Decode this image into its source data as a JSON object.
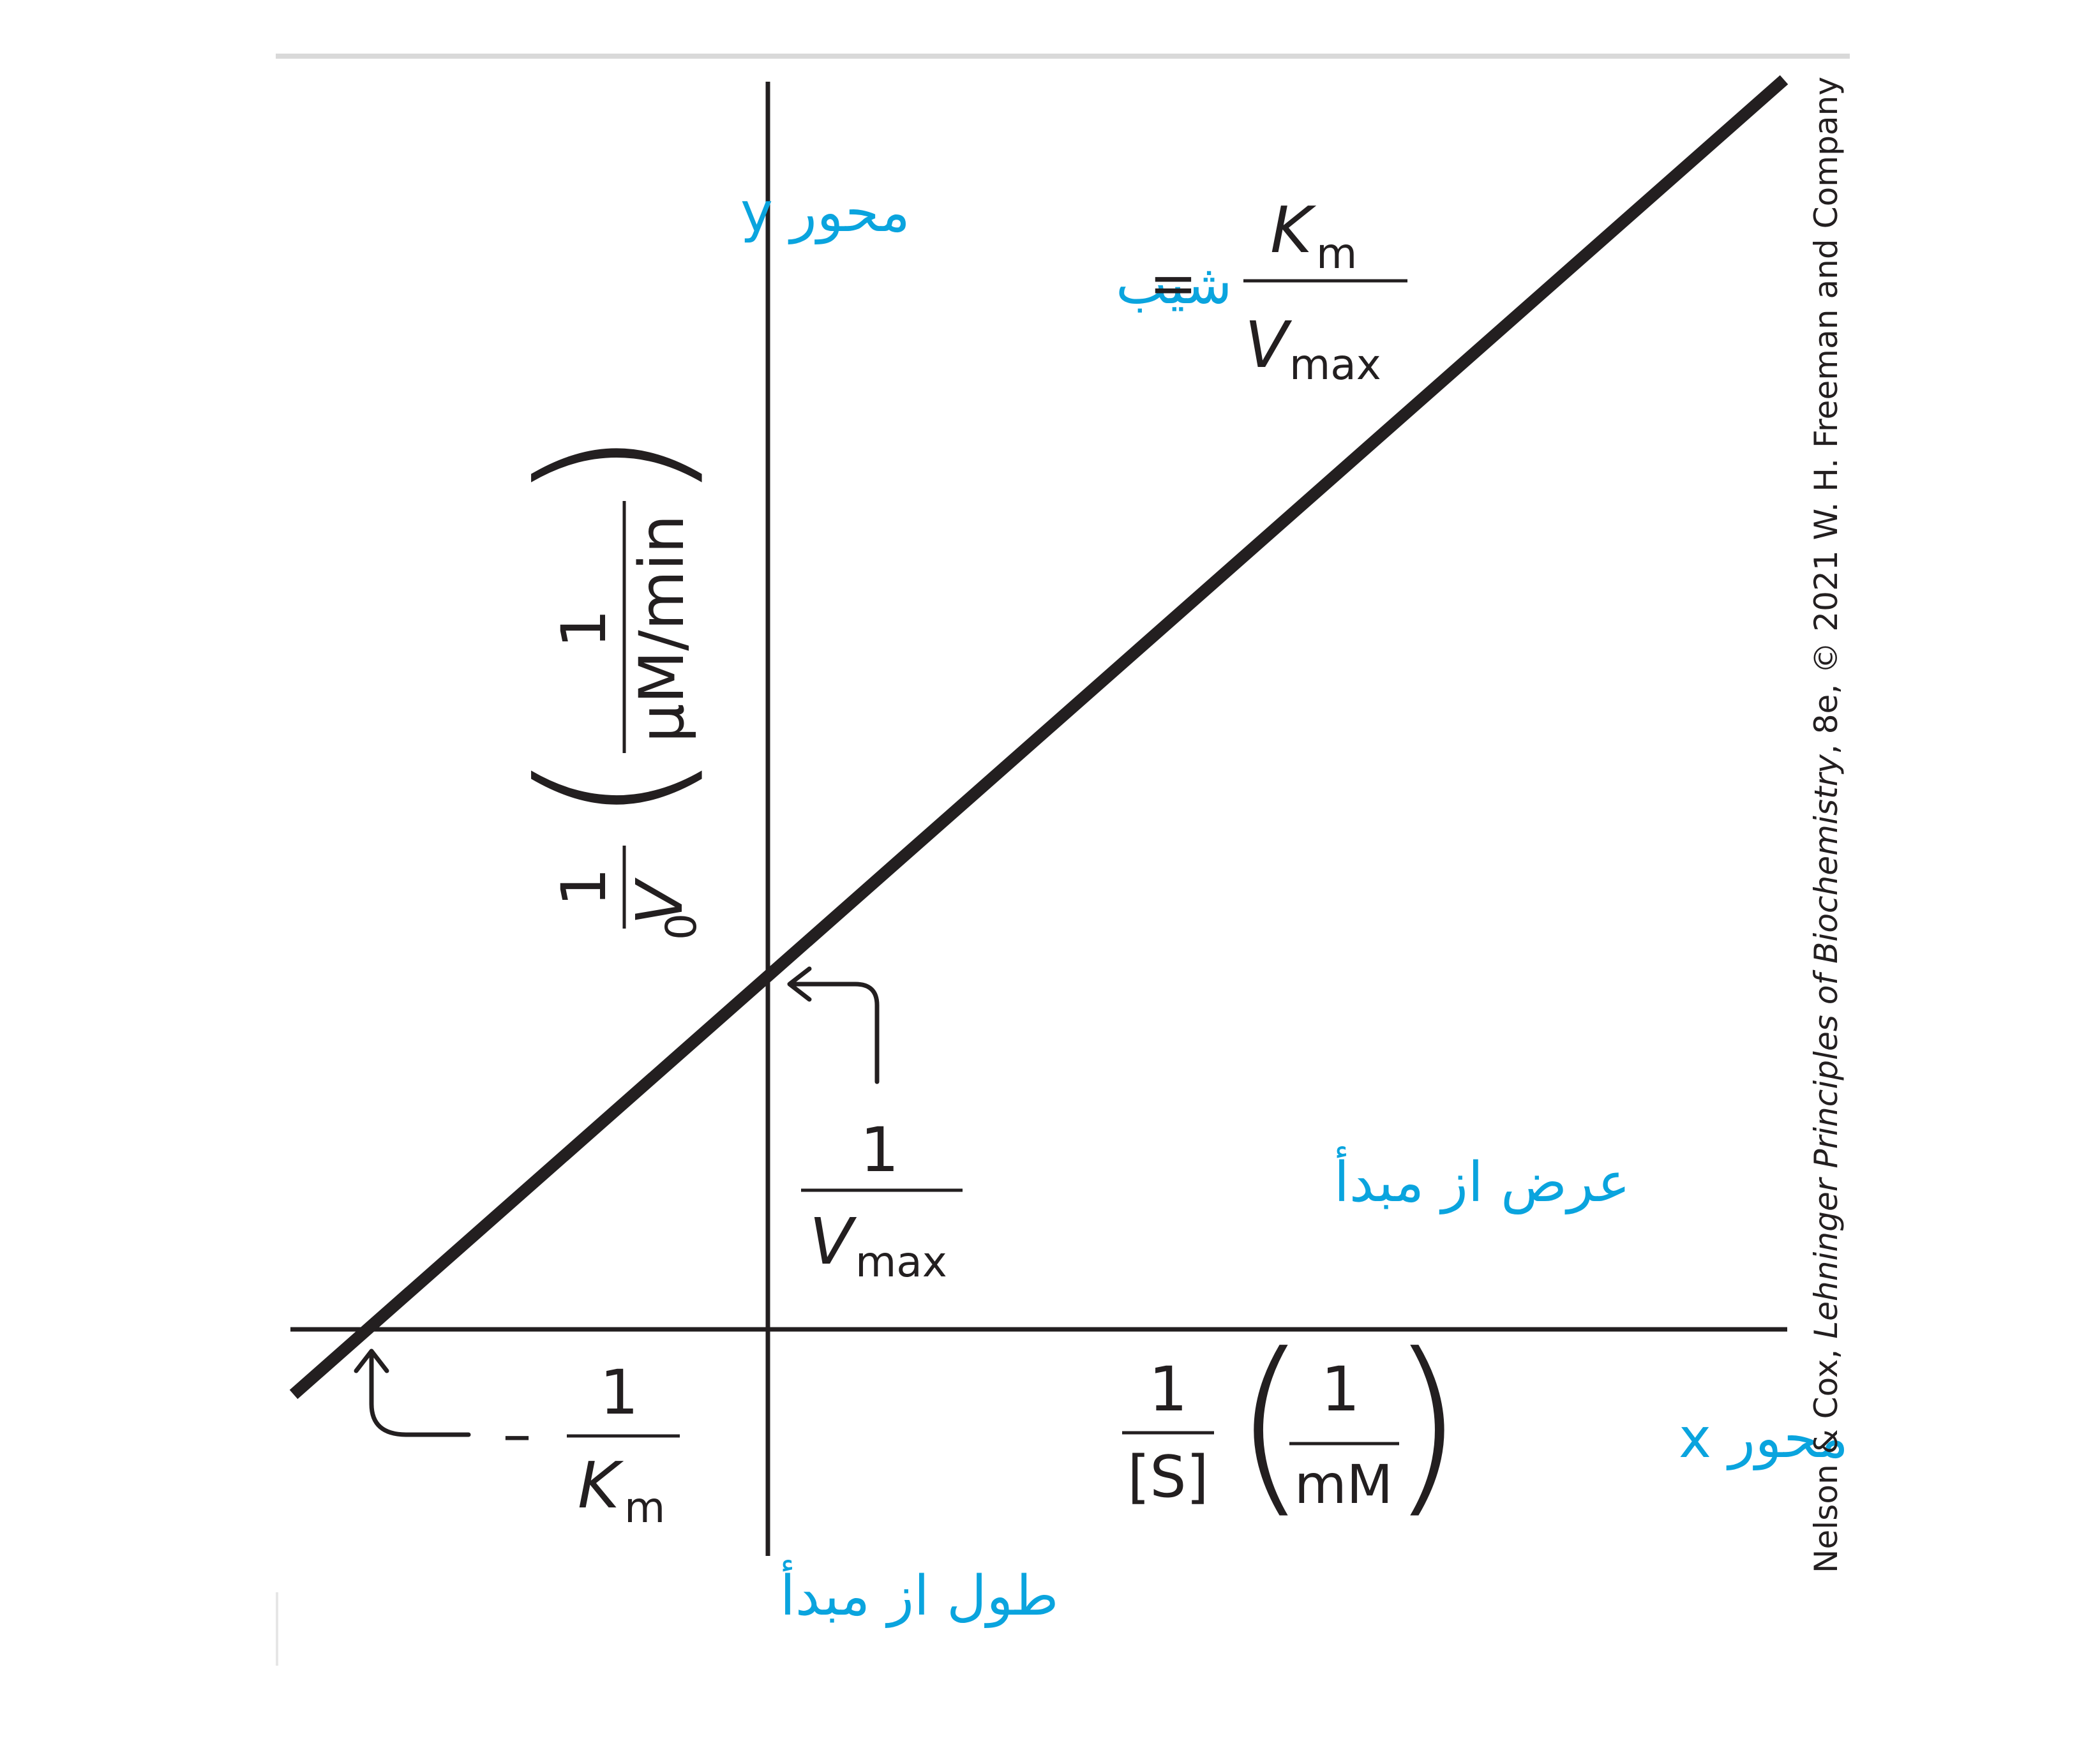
{
  "colors": {
    "ink": "#231f20",
    "annotation": "#0aa4de",
    "frame": "#d9d9d9"
  },
  "annotations_fa": {
    "y_axis": "محور y",
    "x_axis": "محور x",
    "slope": "شیب",
    "y_intercept": "عرض از مبدأ",
    "x_intercept": "طول از مبدأ"
  },
  "slope_formula": {
    "equals": "=",
    "numerator_main": "K",
    "numerator_sub": "m",
    "denominator_main": "V",
    "denominator_sub": "max"
  },
  "y_intercept_label": {
    "numerator": "1",
    "denominator_main": "V",
    "denominator_sub": "max"
  },
  "x_intercept_label": {
    "sign": "–",
    "numerator": "1",
    "denominator_main": "K",
    "denominator_sub": "m"
  },
  "y_axis_label": {
    "numerator": "1",
    "denominator_main": "V",
    "denominator_sub": "0",
    "unit_numerator": "1",
    "unit_denominator": "μM/min",
    "open_paren": "(",
    "close_paren": ")"
  },
  "x_axis_label": {
    "numerator": "1",
    "denominator": "[S]",
    "unit_numerator": "1",
    "unit_denominator": "mM",
    "open_paren": "(",
    "close_paren": ")"
  },
  "credit": "Nelson & Cox, Lehninger Principles of Biochemistry, 8e, © 2021 W. H. Freeman and Company",
  "credit_parts": {
    "authors": "Nelson & Cox, ",
    "book": "Lehninger Principles of Biochemistry",
    "rest": ", 8e, © 2021 W. H. Freeman and Company"
  },
  "plot": {
    "x_intercept_value": "-1/Km",
    "y_intercept_value": "1/Vmax",
    "slope_value": "Km/Vmax"
  }
}
